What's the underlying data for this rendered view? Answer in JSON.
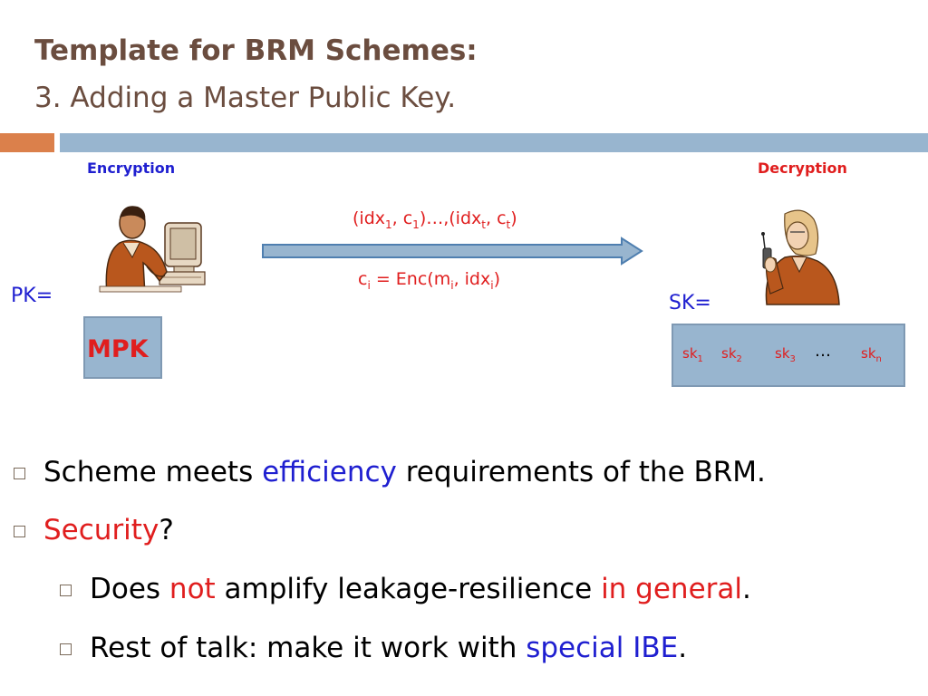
{
  "title": {
    "line1": "Template for BRM Schemes:",
    "line2": "3. Adding a Master Public Key."
  },
  "diagram": {
    "encryption_label": "Encryption",
    "decryption_label": "Decryption",
    "pk_label": "PK=",
    "sk_label": "SK=",
    "mpk": "MPK",
    "ciphertext": {
      "a1": "(idx",
      "s1": "1",
      "a2": ", c",
      "s2": "1",
      "a3": ")…,(idx",
      "s3": "t",
      "a4": ", c",
      "s4": "t",
      "a5": ")"
    },
    "enc_eq": {
      "a1": "c",
      "s1": "i",
      "a2": " = Enc(m",
      "s2": "i",
      "a3": ", idx",
      "s3": "i",
      "a4": ")"
    },
    "sk_items": [
      {
        "base": "sk",
        "sub": "1"
      },
      {
        "base": "sk",
        "sub": "2"
      },
      {
        "base": "sk",
        "sub": "3"
      },
      {
        "base": "sk",
        "sub": "n"
      }
    ],
    "sk_dots": "…"
  },
  "bullets": {
    "b1": {
      "p1": "Scheme meets ",
      "p2": "efficiency",
      "p3": " requirements of the BRM."
    },
    "b2": {
      "p1": "Security",
      "p2": "?"
    },
    "b3": {
      "p1": "Does ",
      "p2": "not",
      "p3": " amplify leakage-resilience ",
      "p4": "in general",
      "p5": "."
    },
    "b4": {
      "p1": "Rest of talk: make it work with ",
      "p2": "special IBE",
      "p3": "."
    }
  },
  "colors": {
    "title": "#6b4d3f",
    "accent_blue": "#1f1fd0",
    "accent_red": "#e01e1e",
    "bar_orange": "#db804b",
    "bar_blue": "#98b5cf"
  },
  "icons": {
    "sender": "man-at-computer-icon",
    "receiver": "woman-with-phone-icon",
    "arrow": "right-arrow-icon"
  }
}
